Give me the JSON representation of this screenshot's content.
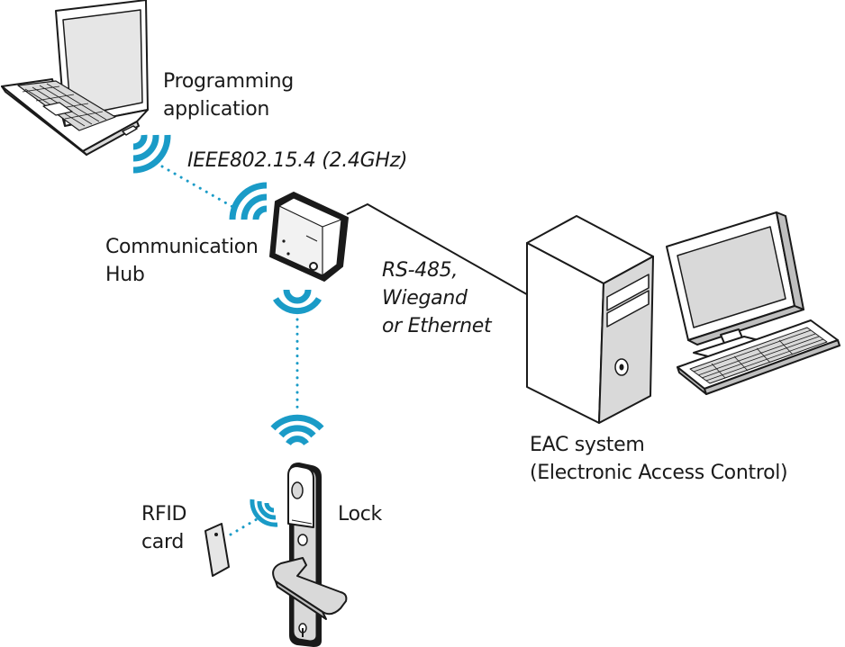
{
  "labels": {
    "programming_app": [
      "Programming",
      "application"
    ],
    "protocol_wireless": "IEEE802.15.4 (2.4GHz)",
    "comm_hub": [
      "Communication",
      "Hub"
    ],
    "protocol_wired": [
      "RS-485,",
      "Wiegand",
      "or Ethernet"
    ],
    "eac_system": [
      "EAC system",
      "(Electronic Access Control)"
    ],
    "rfid_card": [
      "RFID",
      "card"
    ],
    "lock": "Lock"
  },
  "colors": {
    "wireless": "#1a9bc7",
    "outline": "#1a1a1a",
    "device_fill": "#ffffff",
    "device_shade": "#d9d9d9"
  },
  "icons": [
    "laptop-icon",
    "communication-hub-icon",
    "server-tower-icon",
    "monitor-icon",
    "keyboard-icon",
    "door-lock-icon",
    "rfid-card-icon",
    "wireless-signal-icon"
  ]
}
